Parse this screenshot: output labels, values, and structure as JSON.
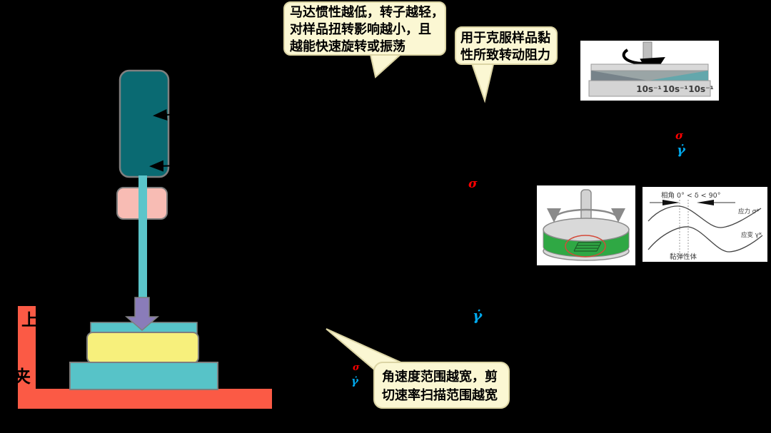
{
  "colors": {
    "background": "#000000",
    "bubble_fill": "#FBF7D3",
    "bubble_border": "#DCD5A5",
    "motor_teal": "#0A6A72",
    "bearing_pink": "#F8BCB4",
    "shaft_teal": "#5BC5CA",
    "plate_teal": "#57C3C8",
    "sample_yellow": "#F7F07C",
    "frame_red": "#FB5A45",
    "arrow_purple": "#8A7CB9",
    "sigma_red": "#FF0000",
    "gamma_blue": "#00A8EC",
    "outline_gray": "#7F7F7F"
  },
  "callouts": {
    "motor_inertia": {
      "lines": [
        "马达惯性越低，转子越轻，",
        "对样品扭转影响越小，且",
        "越能快速旋转或振荡"
      ]
    },
    "viscous_drag": {
      "lines": [
        "用于克服样品黏",
        "性所致转动阻力"
      ]
    },
    "angular_velocity": {
      "lines": [
        "角速度范围越宽，剪",
        "切速率扫描范围越宽"
      ]
    }
  },
  "fixtures": {
    "upper_char": "上",
    "lower_char": "夹"
  },
  "shear_image": {
    "labels": [
      "10s⁻¹",
      "10s⁻¹",
      "10s⁻¹"
    ]
  },
  "phase_graph": {
    "title": "相角 0° < δ < 90°",
    "stress_label": "应力 σ*",
    "strain_label": "应变 γ*",
    "caption": "黏弹性体"
  },
  "symbols": {
    "sigma": "σ",
    "gamma_dot": "γ̇"
  }
}
